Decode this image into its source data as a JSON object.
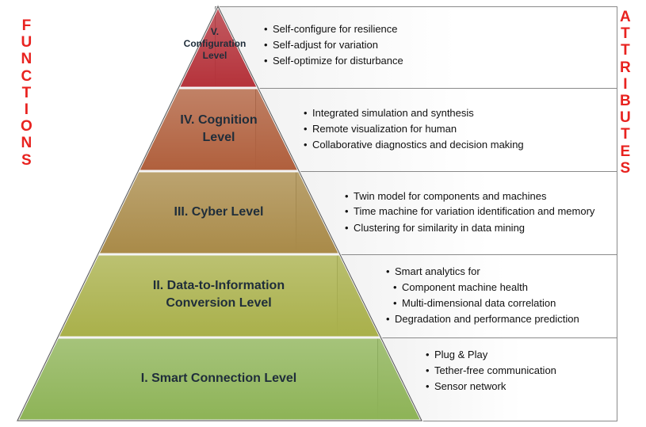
{
  "functions_label": [
    "F",
    "U",
    "N",
    "C",
    "T",
    "I",
    "O",
    "N",
    "S"
  ],
  "attributes_label": [
    "A",
    "T",
    "T",
    "R",
    "I",
    "B",
    "U",
    "T",
    "E",
    "S"
  ],
  "colors": {
    "side_labels": "#e8221f",
    "level_v": "#b5323a",
    "level_iv": "#b05f3c",
    "level_iii": "#a98a48",
    "level_ii": "#a9b04a",
    "level_i": "#8db356"
  },
  "levels": [
    {
      "id": "v",
      "label_lines": [
        "V.",
        "Configuration",
        "Level"
      ],
      "attributes": [
        {
          "text": "Self-configure for resilience"
        },
        {
          "text": "Self-adjust for variation"
        },
        {
          "text": "Self-optimize for disturbance"
        }
      ]
    },
    {
      "id": "iv",
      "label_lines": [
        "IV. Cognition",
        "Level"
      ],
      "attributes": [
        {
          "text": "Integrated simulation and synthesis"
        },
        {
          "text": "Remote visualization for human"
        },
        {
          "text": "Collaborative diagnostics and decision making"
        }
      ]
    },
    {
      "id": "iii",
      "label_lines": [
        "III. Cyber Level"
      ],
      "attributes": [
        {
          "text": "Twin model for components and machines"
        },
        {
          "text": "Time machine for variation identification and memory",
          "wrap": true
        },
        {
          "text": "Clustering for similarity in data mining"
        }
      ]
    },
    {
      "id": "ii",
      "label_lines": [
        "II. Data-to-Information",
        "Conversion Level"
      ],
      "attributes": [
        {
          "text": "Smart analytics for"
        },
        {
          "text": "Component machine health",
          "sub": true
        },
        {
          "text": "Multi-dimensional data correlation",
          "sub": true
        },
        {
          "text": "Degradation and performance prediction"
        }
      ]
    },
    {
      "id": "i",
      "label_lines": [
        "I. Smart Connection Level"
      ],
      "attributes": [
        {
          "text": "Plug & Play"
        },
        {
          "text": "Tether-free communication"
        },
        {
          "text": "Sensor network"
        }
      ]
    }
  ]
}
